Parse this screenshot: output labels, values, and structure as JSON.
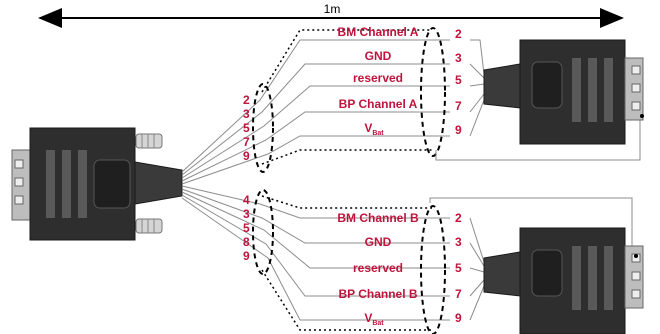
{
  "length_label": "1m",
  "left_pins_top": [
    "2",
    "3",
    "5",
    "7",
    "9"
  ],
  "left_pins_bottom": [
    "4",
    "3",
    "5",
    "8",
    "9"
  ],
  "channel_a": {
    "signals": [
      {
        "label": "BM  Channel A",
        "pin": "2"
      },
      {
        "label": "GND",
        "pin": "3"
      },
      {
        "label": "reserved",
        "pin": "5"
      },
      {
        "label": "BP Channel A",
        "pin": "7"
      },
      {
        "label": "V",
        "sub": "Bat",
        "pin": "9"
      }
    ]
  },
  "channel_b": {
    "signals": [
      {
        "label": "BM  Channel B",
        "pin": "2"
      },
      {
        "label": "GND",
        "pin": "3"
      },
      {
        "label": "reserved",
        "pin": "5"
      },
      {
        "label": "BP Channel B",
        "pin": "7"
      },
      {
        "label": "V",
        "sub": "Bat",
        "pin": "9"
      }
    ]
  },
  "colors": {
    "label_red": "#c0143c",
    "connector_dark": "#2e2e2e",
    "connector_mid": "#4a4a4a",
    "wire": "#8c8c8c"
  }
}
